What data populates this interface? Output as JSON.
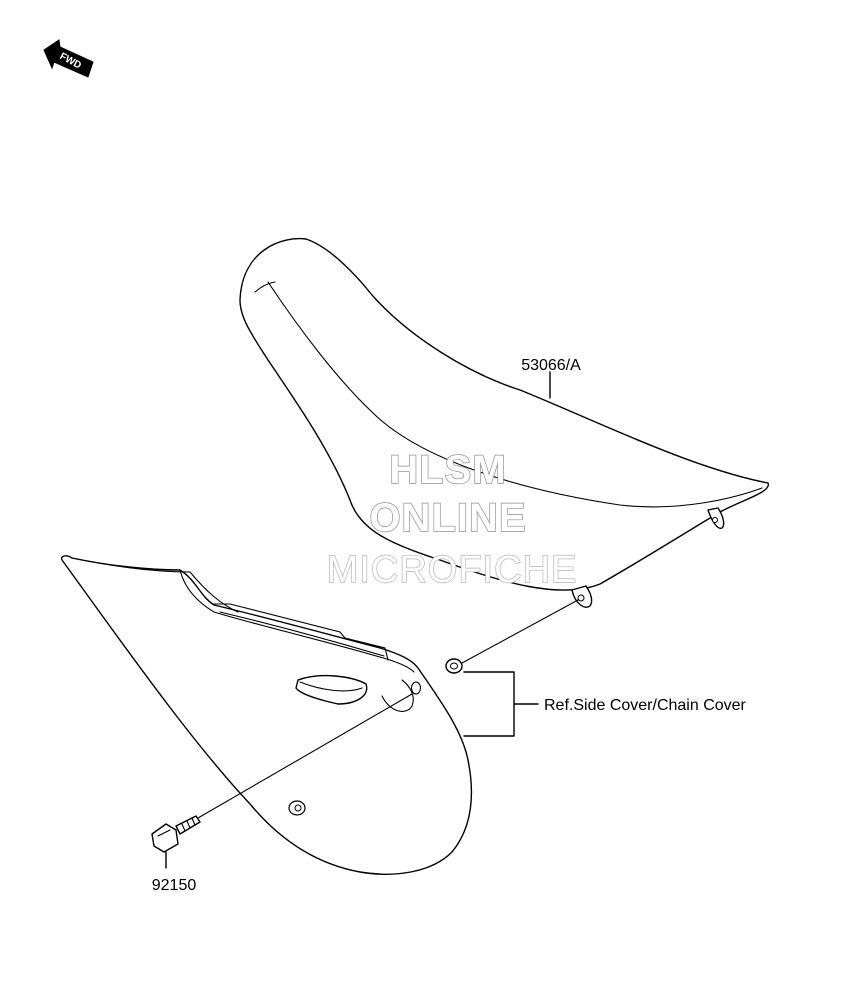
{
  "direction_indicator": {
    "label": "FWD"
  },
  "watermark": {
    "line1": "HLSM",
    "line2": "ONLINE",
    "line3": "MICROFICHE"
  },
  "parts": [
    {
      "id": "seat",
      "number": "53066/A"
    },
    {
      "id": "bolt",
      "number": "92150"
    }
  ],
  "reference": {
    "text": "Ref.Side Cover/Chain Cover"
  },
  "colors": {
    "line": "#000000",
    "background": "#ffffff",
    "watermark_outline": "#8f8f8f"
  }
}
